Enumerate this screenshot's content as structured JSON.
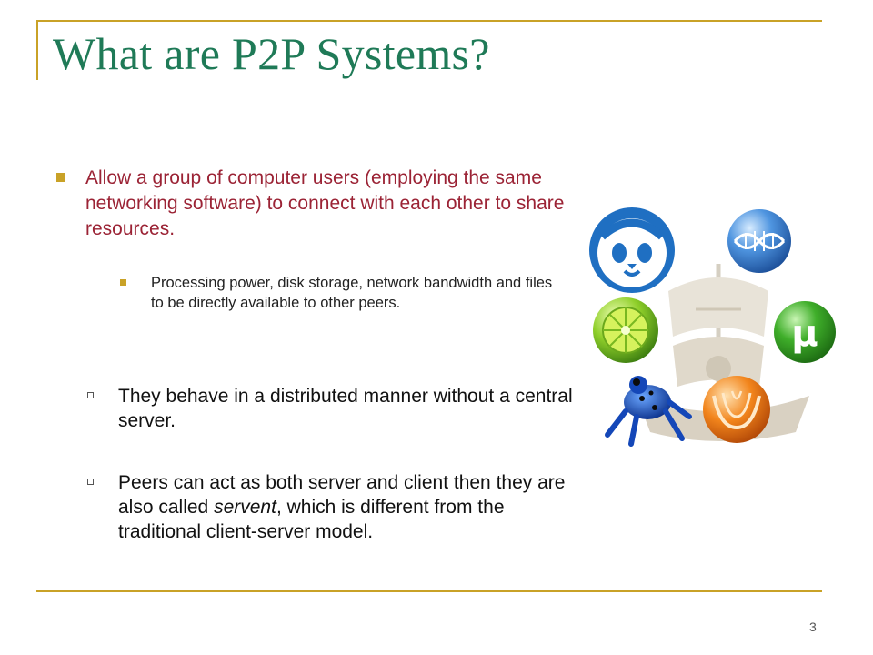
{
  "title": "What are P2P Systems?",
  "bullets": {
    "main": "Allow a group of computer users (employing the same networking software) to connect with each other to share resources.",
    "sub": "Processing power, disk storage, network bandwidth and files to be directly available to other peers.",
    "point1": "They behave in a distributed manner without a central server.",
    "point2_before": "Peers can act as both server and client then they are also called ",
    "point2_emphasis": "servent",
    "point2_after": ", which is different from the traditional client-server model."
  },
  "page_number": "3",
  "colors": {
    "title": "#1f7a57",
    "accent_rule": "#c9a227",
    "main_bullet_text": "#9b2335"
  },
  "illustration": {
    "icons": [
      "napster-logo-icon",
      "dna-helix-icon",
      "limewire-icon",
      "utorrent-icon",
      "frog-icon",
      "bearshare-icon",
      "pirate-ship-icon"
    ]
  }
}
